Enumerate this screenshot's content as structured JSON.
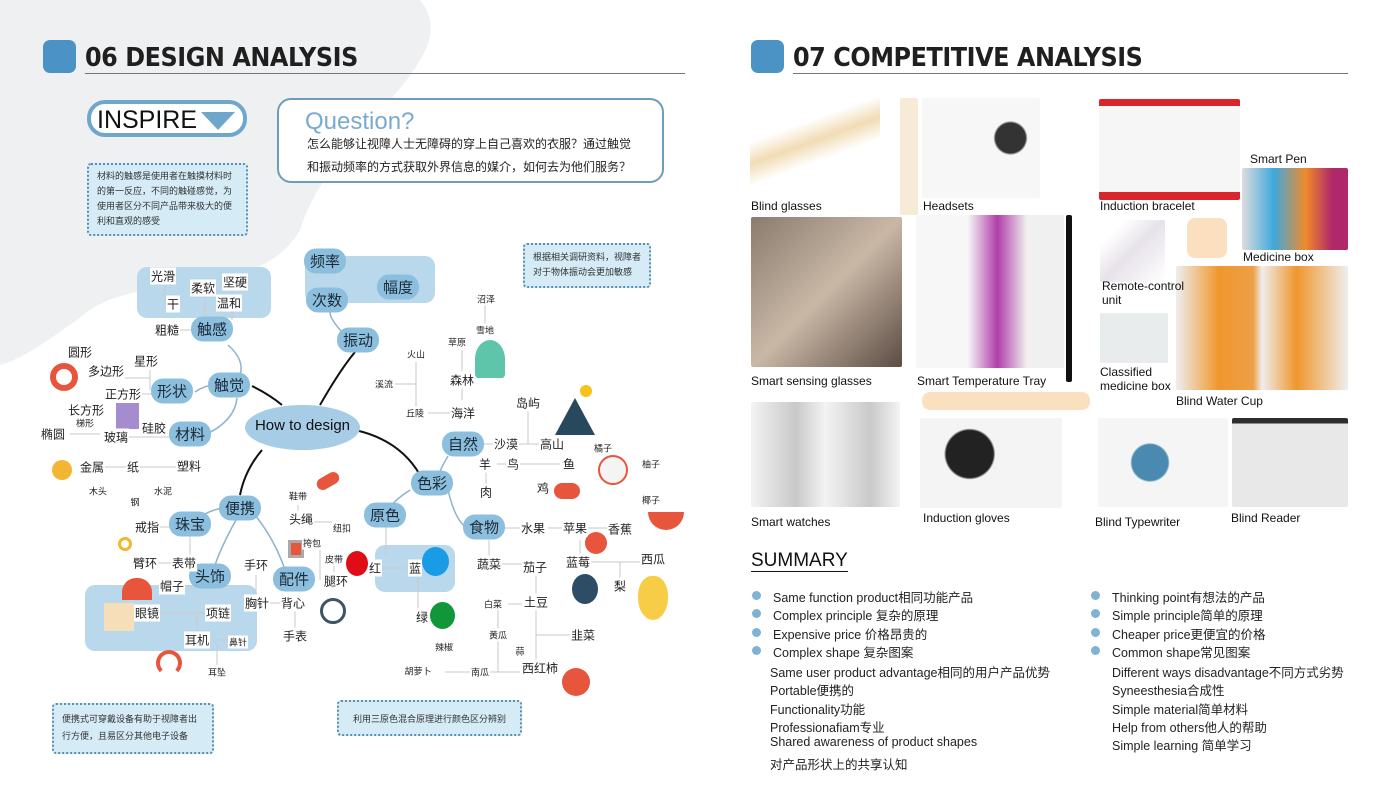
{
  "left": {
    "title": "06 DESIGN ANALYSIS",
    "inspire": "INSPIRE",
    "question_title": "Question?",
    "question_lines": [
      "怎么能够让视障人士无障碍的穿上自己喜欢的衣服？通过触觉",
      "和振动频率的方式获取外界信息的媒介，如何去为他们服务？"
    ],
    "note_touch": "材料的触感是使用者在触摸材料时的第一反应，不同的触碰感觉，为使用者区分不同产品带来极大的便利和直观的感受",
    "note_vibration": "根据相关调研资料，视障者对于物体振动会更加敏感",
    "note_portable": "便携式可穿戴设备有助于视障者出行方便，且易区分其他电子设备",
    "note_color": "利用三原色混合原理进行颜色区分辨别"
  },
  "mindmap": {
    "center": "How to design",
    "nodes": [
      "触觉",
      "触感",
      "形状",
      "材料",
      "振动",
      "频率",
      "次数",
      "幅度",
      "自然",
      "色彩",
      "原色",
      "食物",
      "便携",
      "珠宝",
      "头饰",
      "配件"
    ],
    "leaves": [
      "光滑",
      "柔软",
      "坚硬",
      "干",
      "温和",
      "粗糙",
      "圆形",
      "多边形",
      "星形",
      "正方形",
      "长方形",
      "梯形",
      "椭圆",
      "玻璃",
      "硅胶",
      "金属",
      "纸",
      "塑料",
      "木头",
      "水泥",
      "钢",
      "戒指",
      "臂环",
      "表带",
      "帽子",
      "眼镜",
      "项链",
      "耳机",
      "鼻针",
      "耳坠",
      "手环",
      "胸针",
      "背心",
      "手表",
      "鞋带",
      "头绳",
      "纽扣",
      "挎包",
      "皮带",
      "腿环",
      "红",
      "蓝",
      "绿",
      "沼泽",
      "雪地",
      "草原",
      "森林",
      "火山",
      "溪流",
      "丘陵",
      "海洋",
      "岛屿",
      "沙漠",
      "高山",
      "羊",
      "鸟",
      "鱼",
      "橘子",
      "柚子",
      "肉",
      "鸡",
      "椰子",
      "水果",
      "苹果",
      "香蕉",
      "蓝莓",
      "西瓜",
      "梨",
      "蔬菜",
      "茄子",
      "白菜",
      "土豆",
      "黄瓜",
      "韭菜",
      "辣椒",
      "蒜",
      "西红柿",
      "胡萝卜",
      "南瓜"
    ]
  },
  "right": {
    "title": "07 COMPETITIVE ANALYSIS",
    "products": [
      "Blind glasses",
      "Headsets",
      "Induction bracelet",
      "Smart Pen",
      "Medicine box",
      "Smart sensing glasses",
      "Smart Temperature Tray",
      "Remote-control unit",
      "Classified medicine box",
      "Blind Water Cup",
      "Smart watches",
      "Induction gloves",
      "Blind Typewriter",
      "Blind Reader"
    ],
    "summary_title": "SUMMARY",
    "left_bullets": [
      "Same  function product相同功能产品",
      "Complex principle 复杂的原理",
      "Expensive price 价格昂贵的",
      "Complex  shape 复杂图案"
    ],
    "left_lines": [
      "Same user product advantage相同的用户产品优势",
      "Portable便携的",
      "Functionality功能",
      "Professionafiam专业",
      "Shared awareness of product shapes",
      "对产品形状上的共享认知"
    ],
    "right_bullets": [
      "Thinking point有想法的产品",
      "Simple  principle简单的原理",
      "Cheaper  price更便宜的价格",
      "Common  shape常见图案"
    ],
    "right_lines": [
      "Different ways  disadvantage不同方式劣势",
      "Syneesthesia合成性",
      "Simple material简单材料",
      "Help from others他人的帮助",
      "Simple learning  简单学习"
    ]
  },
  "colors": {
    "accent": "#4a93c4",
    "node": "#8cbedd",
    "note_bg": "#d5ecf7"
  }
}
